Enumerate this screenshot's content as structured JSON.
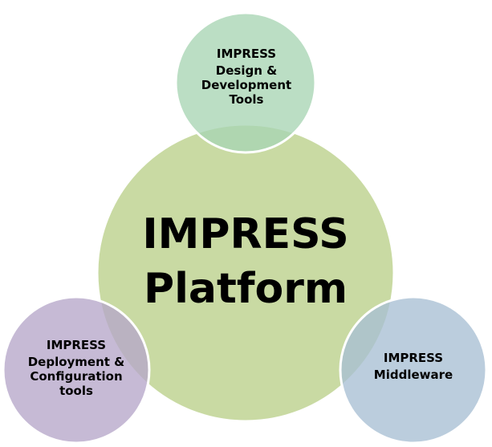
{
  "diagram": {
    "center": {
      "line1": "IMPRESS",
      "line2": "Platform",
      "color": "#c9daa3"
    },
    "top": {
      "line1": "IMPRESS",
      "line2": "Design &",
      "line3": "Development",
      "line4": "Tools",
      "color": "#a8d5b3"
    },
    "left": {
      "line1": "IMPRESS",
      "line2": "Deployment &",
      "line3": "Configuration",
      "line4": "tools",
      "color": "#b6a6c9"
    },
    "right": {
      "line1": "IMPRESS",
      "line2": "Middleware",
      "color": "#a8bfd3"
    }
  }
}
